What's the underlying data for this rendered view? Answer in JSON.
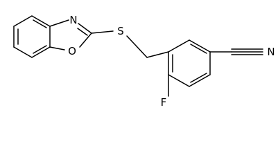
{
  "molecule": {
    "atom_labels": {
      "N": "N",
      "O": "O",
      "S": "S",
      "F": "F",
      "N_nitrile": "N"
    }
  }
}
